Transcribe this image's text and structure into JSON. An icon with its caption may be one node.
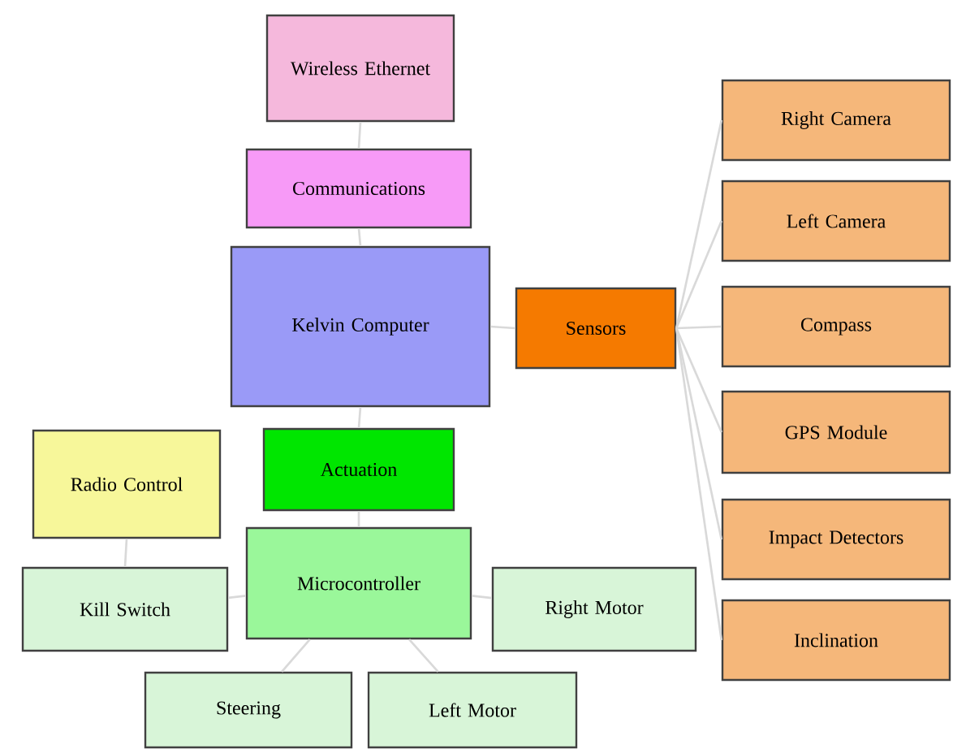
{
  "diagram": {
    "nodes": [
      {
        "text": [
          "Wireless Ethernet"
        ]
      },
      {
        "text": [
          "Communications"
        ]
      },
      {
        "text": [
          "Kelvin Computer"
        ]
      },
      {
        "text": [
          "Sensors"
        ]
      },
      {
        "text": [
          "Right Camera"
        ]
      },
      {
        "text": [
          "Left Camera"
        ]
      },
      {
        "text": [
          "Compass"
        ]
      },
      {
        "text": [
          "GPS Module"
        ]
      },
      {
        "text": [
          "Impact Detectors"
        ]
      },
      {
        "text": [
          "Inclination"
        ]
      },
      {
        "text": [
          "Radio Control"
        ]
      },
      {
        "text": [
          "Actuation"
        ]
      },
      {
        "text": [
          "Microcontroller"
        ]
      },
      {
        "text": [
          "Kill Switch"
        ]
      },
      {
        "text": [
          "Right Motor"
        ]
      },
      {
        "text": [
          "Steering"
        ]
      },
      {
        "text": [
          "Left Motor"
        ]
      }
    ],
    "edges": [
      {
        "from": 0,
        "to": 1,
        "arrow": "none"
      },
      {
        "from": 1,
        "to": 2,
        "arrow": "none"
      },
      {
        "from": 2,
        "to": 3,
        "arrow": "none"
      },
      {
        "from": 3,
        "to": 4,
        "arrow": "none"
      },
      {
        "from": 3,
        "to": 5,
        "arrow": "none"
      },
      {
        "from": 3,
        "to": 6,
        "arrow": "none"
      },
      {
        "from": 3,
        "to": 7,
        "arrow": "none"
      },
      {
        "from": 3,
        "to": 8,
        "arrow": "none"
      },
      {
        "from": 3,
        "to": 9,
        "arrow": "none"
      },
      {
        "from": 2,
        "to": 11,
        "arrow": "none"
      },
      {
        "from": 11,
        "to": 12,
        "arrow": "none"
      },
      {
        "from": 10,
        "to": 13,
        "arrow": "none"
      },
      {
        "from": 13,
        "to": 12,
        "arrow": "none"
      },
      {
        "from": 12,
        "to": 14,
        "arrow": "none"
      },
      {
        "from": 12,
        "to": 15,
        "arrow": "none"
      },
      {
        "from": 12,
        "to": 16,
        "arrow": "none"
      }
    ]
  }
}
